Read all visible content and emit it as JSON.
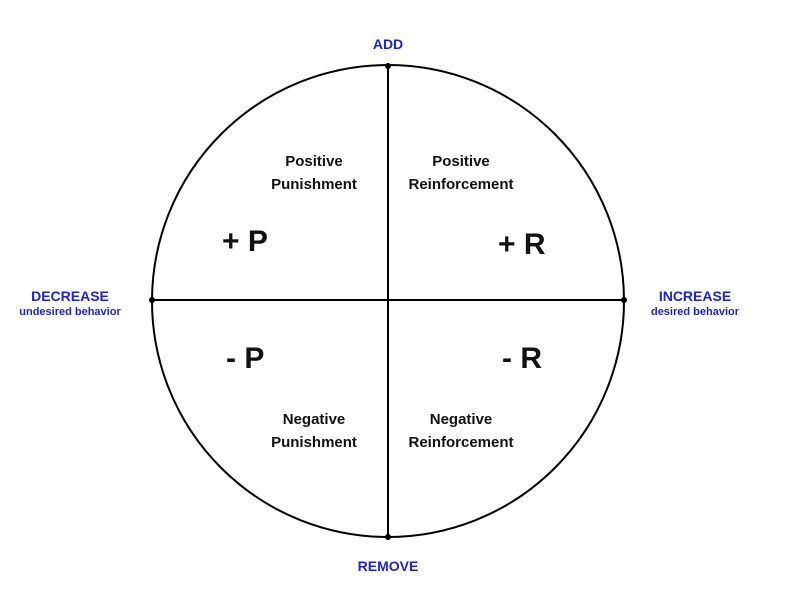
{
  "axes": {
    "top": "ADD",
    "bottom": "REMOVE",
    "left": {
      "main": "DECREASE",
      "sub": "undesired behavior"
    },
    "right": {
      "main": "INCREASE",
      "sub": "desired behavior"
    }
  },
  "quadrants": {
    "top_left": {
      "line1": "Positive",
      "line2": "Punishment",
      "symbol": "+ P"
    },
    "top_right": {
      "line1": "Positive",
      "line2": "Reinforcement",
      "symbol": "+ R"
    },
    "bottom_left": {
      "line1": "Negative",
      "line2": "Punishment",
      "symbol": "- P"
    },
    "bottom_right": {
      "line1": "Negative",
      "line2": "Reinforcement",
      "symbol": "- R"
    }
  },
  "colors": {
    "axis_label": "#1c22d6",
    "line": "#000000",
    "text": "#111111"
  }
}
